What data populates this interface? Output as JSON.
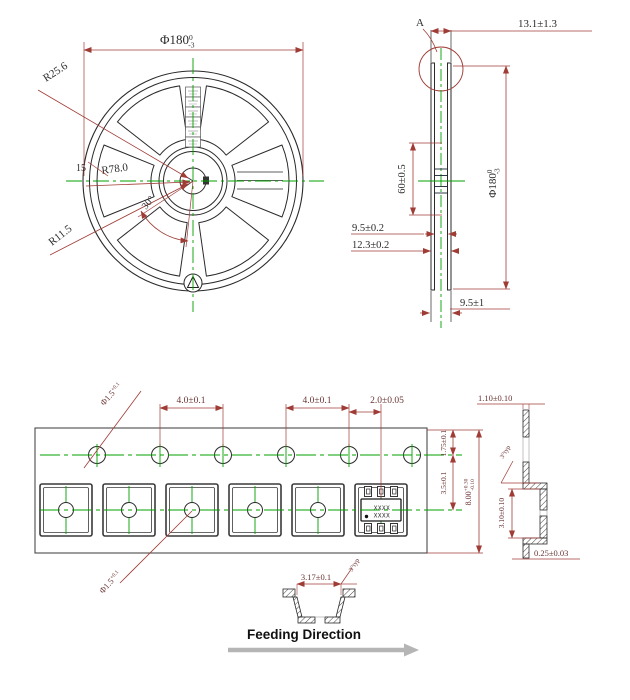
{
  "reel_front": {
    "dia": "Φ180",
    "dia_tol_top": "0",
    "dia_tol_bot": "-3",
    "r_outer": "R25.6",
    "r_mid": "R78.0",
    "r_inner": "R11.5",
    "angle_left": "15",
    "angle_hub": "30°"
  },
  "reel_side": {
    "detail": "A",
    "overall_width": "13.1±1.3",
    "hub_dia": "60±0.5",
    "inner_width": "9.5±0.2",
    "outer_width": "12.3±0.2",
    "dia": "Φ180",
    "dia_tol_top": "0",
    "dia_tol_bot": "-3",
    "bottom_width": "9.5±1"
  },
  "tape": {
    "sprocket_hole_dia": "Φ1.5",
    "sprocket_hole_tol": "+0.1",
    "pocket_hole_dia": "Φ1.5",
    "pocket_hole_tol": "+0.1",
    "pocket_pitch_1": "4.0±0.1",
    "pocket_pitch_2": "4.0±0.1",
    "hole_to_pocket_offset": "2.0±0.05",
    "edge_to_hole": "1.75±0.1",
    "hole_to_pocket_center": "3.5±0.1",
    "tape_width": "8.00",
    "tape_width_tol_top": "+0.30",
    "tape_width_tol_bot": "-0.10",
    "component_marking_line1": "XXXX",
    "component_marking_line2": "XXXX"
  },
  "tape_section": {
    "lip_width": "1.10±0.10",
    "draft_angle": "3°typ",
    "pocket_depth": "3.10±0.10",
    "tape_thickness": "0.25±0.03"
  },
  "pocket_section": {
    "pocket_width": "3.17±0.1",
    "draft_angle": "3°typ"
  },
  "footer": {
    "feeding_direction": "Feeding Direction"
  },
  "colors": {
    "centerline_green": "#00A000",
    "dimension_red": "#A03C36",
    "line_black": "#2A2A2A",
    "feed_arrow_gray": "#B5B5B5"
  }
}
